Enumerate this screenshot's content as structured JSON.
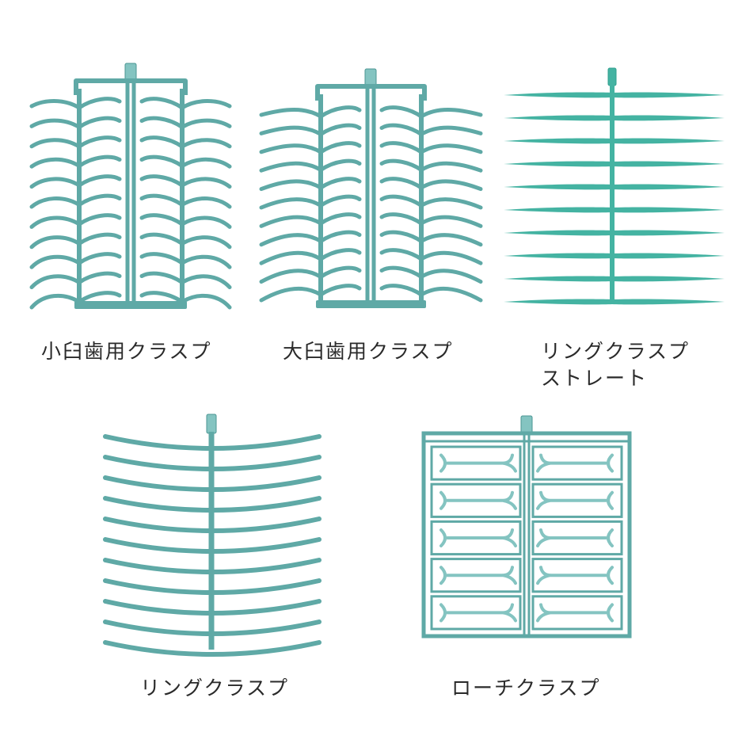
{
  "colors": {
    "clasp": "#5fa9a6",
    "clasp_edge": "#4b9693",
    "clasp_light": "#84c4c1",
    "bright": "#44b3a2",
    "bright_edge": "#2f9f8e",
    "text": "#2a2a2a"
  },
  "products": [
    {
      "name": "小臼歯用クラスプ",
      "arms_per_side": 11
    },
    {
      "name": "大臼歯用クラスプ",
      "arms_per_side": 11
    },
    {
      "name": "リングクラスプ",
      "name_line2": "ストレート",
      "arms": 10
    },
    {
      "name": "リングクラスプ",
      "arms": 11
    },
    {
      "name": "ローチクラスプ",
      "cells_per_side": 5
    }
  ]
}
